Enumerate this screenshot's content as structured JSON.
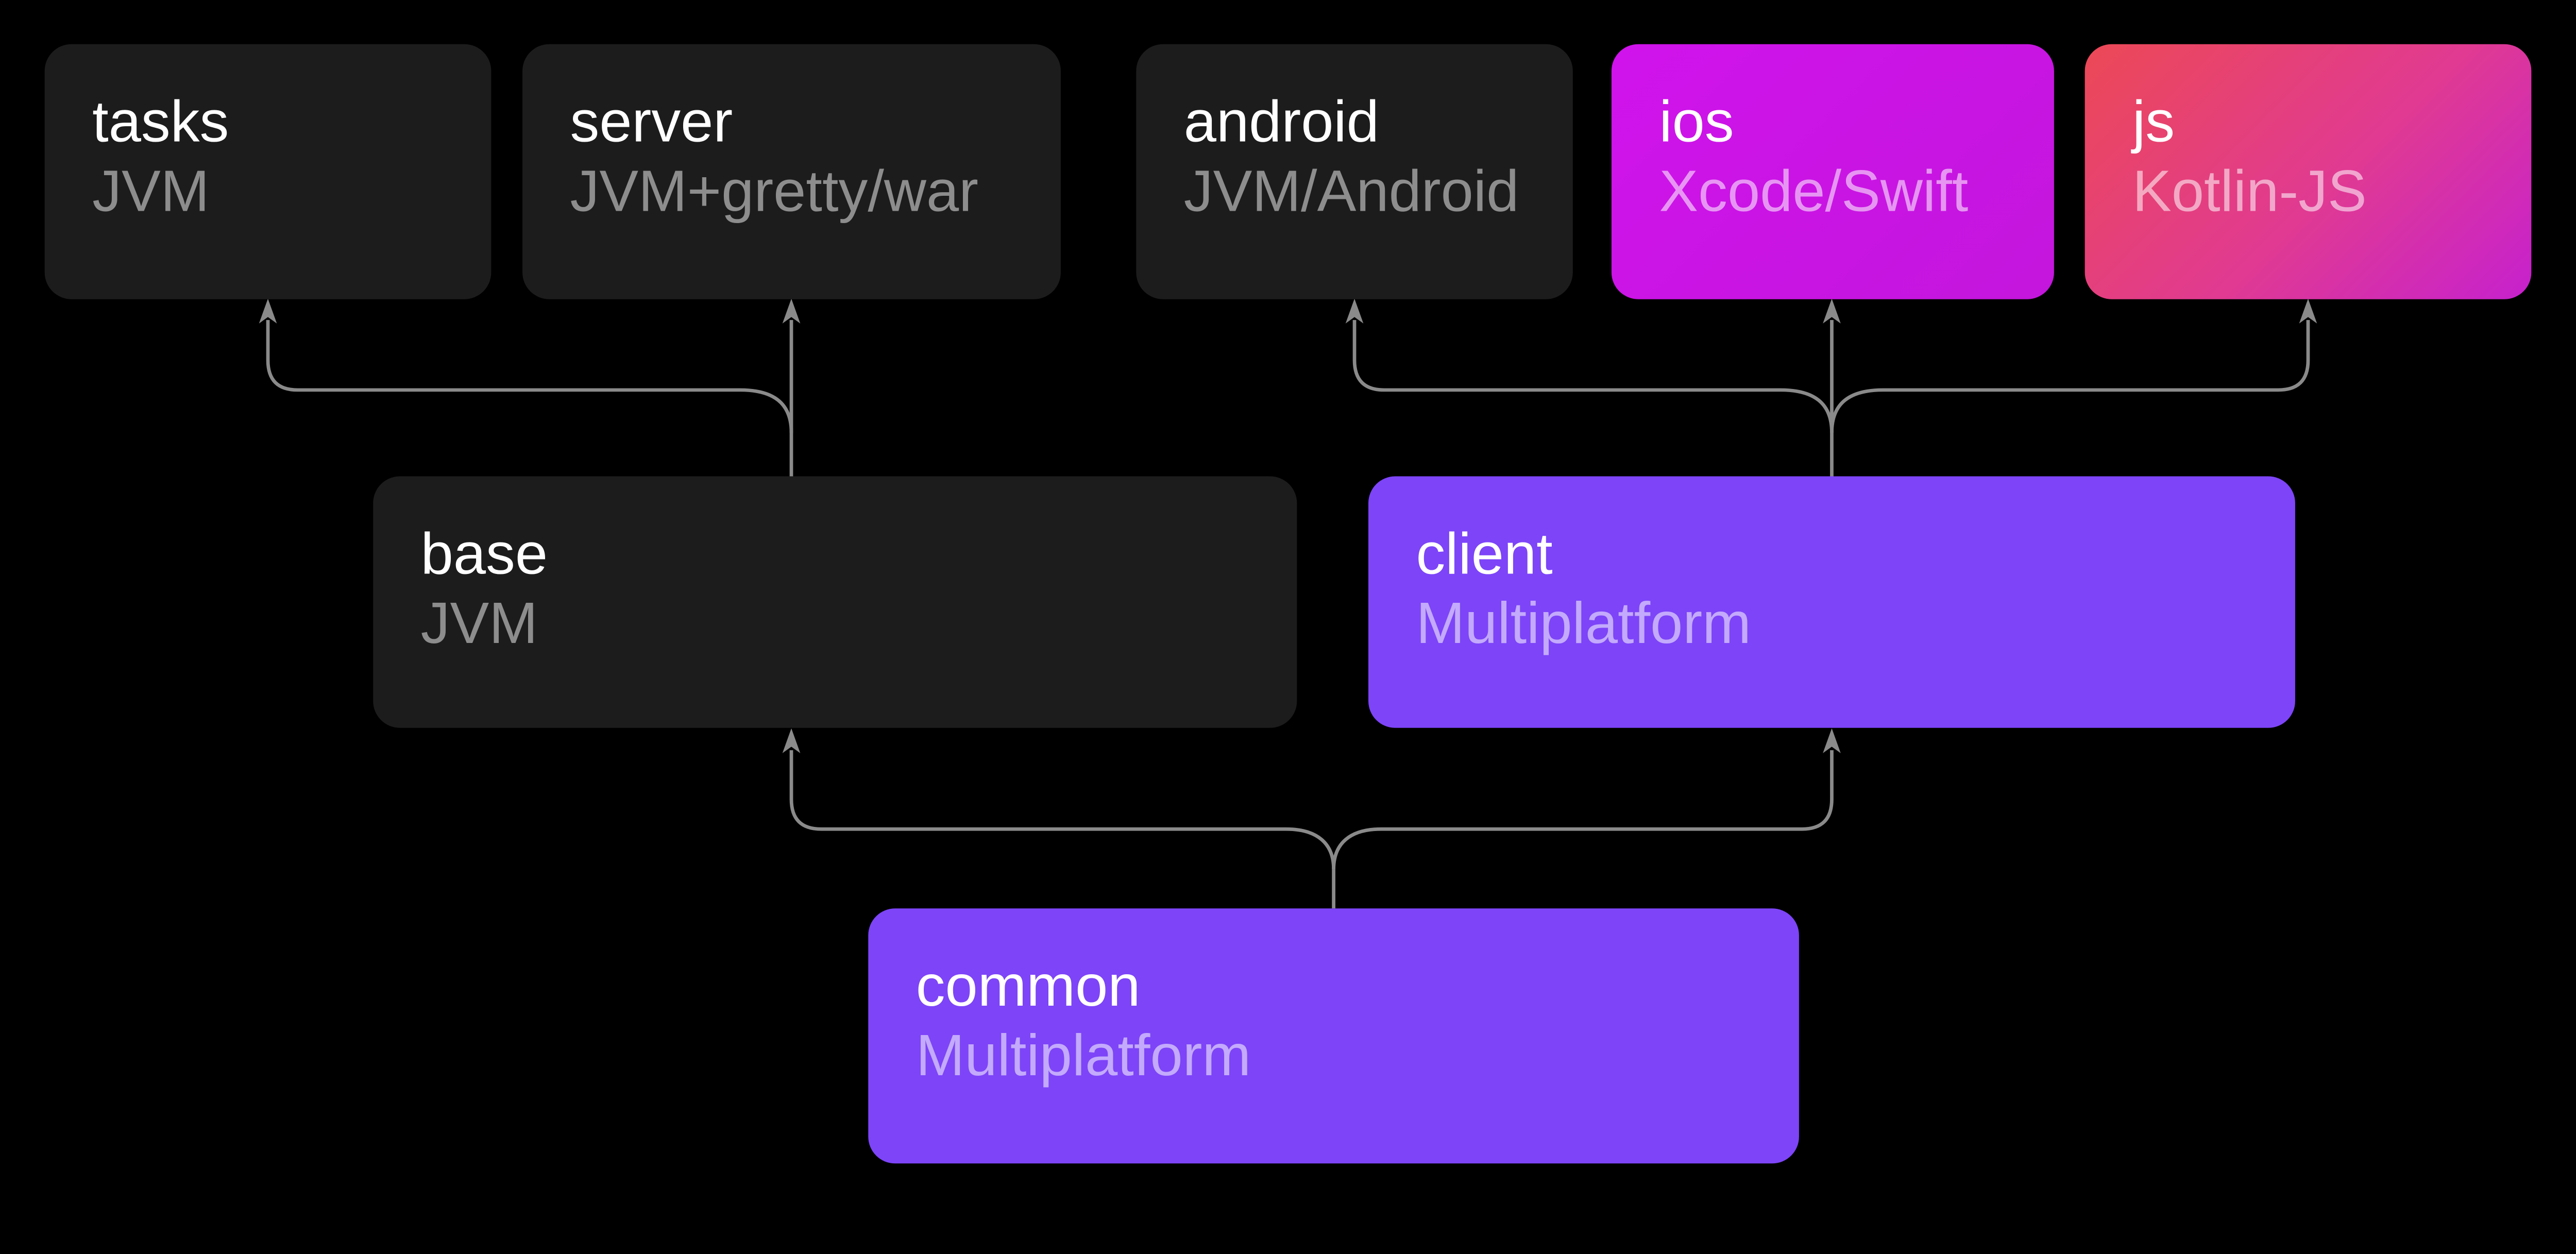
{
  "diagram": {
    "description": "module dependency diagram",
    "background": "#000000",
    "connector_color": "#8a8a8a",
    "colors": {
      "dark_box": "#1c1c1c",
      "purple_box": "#7d44f8",
      "magenta_box": "#cc14e6",
      "js_gradient_start": "#ec4956",
      "js_gradient_end": "#c621ce",
      "title_text": "#ffffff",
      "subtitle_text_on_dark": "#8d8d8d"
    },
    "nodes": [
      {
        "id": "tasks",
        "title": "tasks",
        "subtitle": "JVM",
        "variant": "dark"
      },
      {
        "id": "server",
        "title": "server",
        "subtitle": "JVM+gretty/war",
        "variant": "dark"
      },
      {
        "id": "android",
        "title": "android",
        "subtitle": "JVM/Android",
        "variant": "dark"
      },
      {
        "id": "ios",
        "title": "ios",
        "subtitle": "Xcode/Swift",
        "variant": "magenta"
      },
      {
        "id": "js",
        "title": "js",
        "subtitle": "Kotlin-JS",
        "variant": "red-magenta-gradient"
      },
      {
        "id": "base",
        "title": "base",
        "subtitle": "JVM",
        "variant": "dark"
      },
      {
        "id": "client",
        "title": "client",
        "subtitle": "Multiplatform",
        "variant": "purple"
      },
      {
        "id": "common",
        "title": "common",
        "subtitle": "Multiplatform",
        "variant": "purple"
      }
    ],
    "edges": [
      {
        "from": "base",
        "to": "tasks"
      },
      {
        "from": "base",
        "to": "server"
      },
      {
        "from": "client",
        "to": "android"
      },
      {
        "from": "client",
        "to": "ios"
      },
      {
        "from": "client",
        "to": "js"
      },
      {
        "from": "common",
        "to": "base"
      },
      {
        "from": "common",
        "to": "client"
      }
    ]
  }
}
